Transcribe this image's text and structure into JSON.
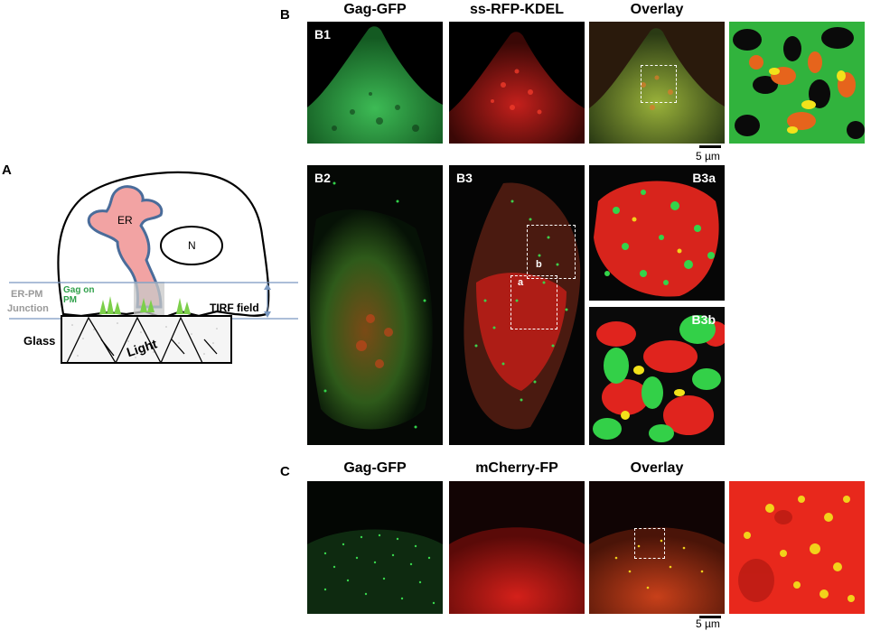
{
  "figure": {
    "panel_a": {
      "letter": "A",
      "labels": {
        "er": "ER",
        "n": "N",
        "gag_on_pm_line1": "Gag on",
        "gag_on_pm_line2": "PM",
        "er_pm_line1": "ER-PM",
        "er_pm_line2": "Junction",
        "tirf": "TIRF field",
        "glass": "Glass",
        "light": "Light"
      }
    },
    "panel_b": {
      "letter": "B",
      "headers": [
        "Gag-GFP",
        "ss-RFP-KDEL",
        "Overlay"
      ],
      "b1": "B1",
      "b2": "B2",
      "b3": "B3",
      "b3a": "B3a",
      "b3b": "B3b",
      "box_a": "a",
      "box_b": "b",
      "scale": "5 µm"
    },
    "panel_c": {
      "letter": "C",
      "headers": [
        "Gag-GFP",
        "mCherry-FP",
        "Overlay"
      ],
      "scale": "5 µm"
    }
  },
  "colors": {
    "gfp": "#2fb84a",
    "rfp": "#e0241e",
    "overlay_yellow": "#f2d21a",
    "er_fill": "#f2a3a3",
    "er_stroke": "#4a6c9a",
    "tirf_line": "#7a98c0"
  }
}
